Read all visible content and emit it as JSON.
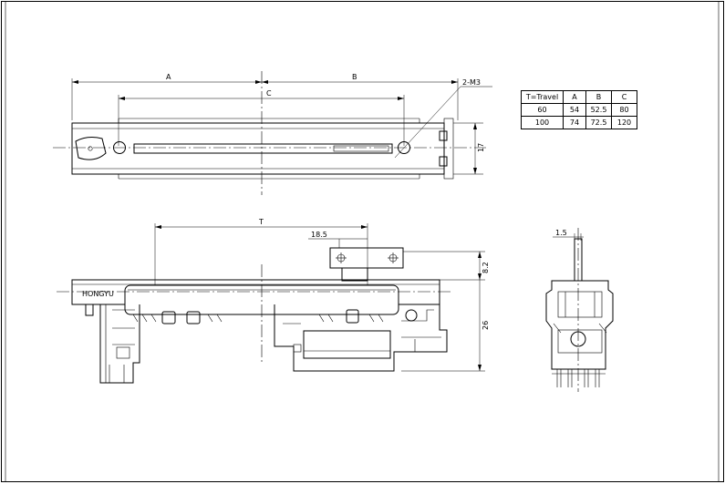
{
  "dimensions": {
    "A": "A",
    "B": "B",
    "C": "C",
    "holes": "2-M3",
    "width_17": "17",
    "travel_T": "T",
    "d_18_5": "18.5",
    "d_8_2": "8.2",
    "d_26": "26",
    "d_1_5": "1.5"
  },
  "brand": "HONGYU",
  "table": {
    "headers": [
      "T=Travel",
      "A",
      "B",
      "C"
    ],
    "rows": [
      [
        "60",
        "54",
        "52.5",
        "80"
      ],
      [
        "100",
        "74",
        "72.5",
        "120"
      ]
    ]
  }
}
